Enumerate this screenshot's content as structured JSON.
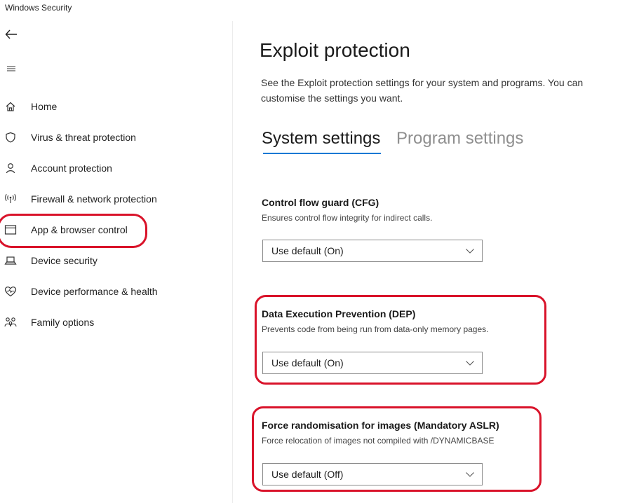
{
  "window": {
    "title": "Windows Security"
  },
  "sidebar": {
    "items": [
      {
        "label": "Home",
        "icon": "home-icon"
      },
      {
        "label": "Virus & threat protection",
        "icon": "shield-icon"
      },
      {
        "label": "Account protection",
        "icon": "person-icon"
      },
      {
        "label": "Firewall & network protection",
        "icon": "wifi-antenna-icon"
      },
      {
        "label": "App & browser control",
        "icon": "app-window-icon"
      },
      {
        "label": "Device security",
        "icon": "laptop-icon"
      },
      {
        "label": "Device performance & health",
        "icon": "heart-icon"
      },
      {
        "label": "Family options",
        "icon": "family-icon"
      }
    ]
  },
  "main": {
    "title": "Exploit protection",
    "description": "See the Exploit protection settings for your system and programs. You can customise the settings you want.",
    "tabs": [
      {
        "label": "System settings",
        "active": true
      },
      {
        "label": "Program settings",
        "active": false
      }
    ],
    "settings": [
      {
        "title": "Control flow guard (CFG)",
        "description": "Ensures control flow integrity for indirect calls.",
        "value": "Use default (On)"
      },
      {
        "title": "Data Execution Prevention (DEP)",
        "description": "Prevents code from being run from data-only memory pages.",
        "value": "Use default (On)"
      },
      {
        "title": "Force randomisation for images (Mandatory ASLR)",
        "description": "Force relocation of images not compiled with /DYNAMICBASE",
        "value": "Use default (Off)"
      }
    ]
  },
  "colors": {
    "accent": "#0078d4",
    "highlight": "#d9132a",
    "text": "#1a1a1a",
    "inactive_tab": "#8f8f8f"
  }
}
